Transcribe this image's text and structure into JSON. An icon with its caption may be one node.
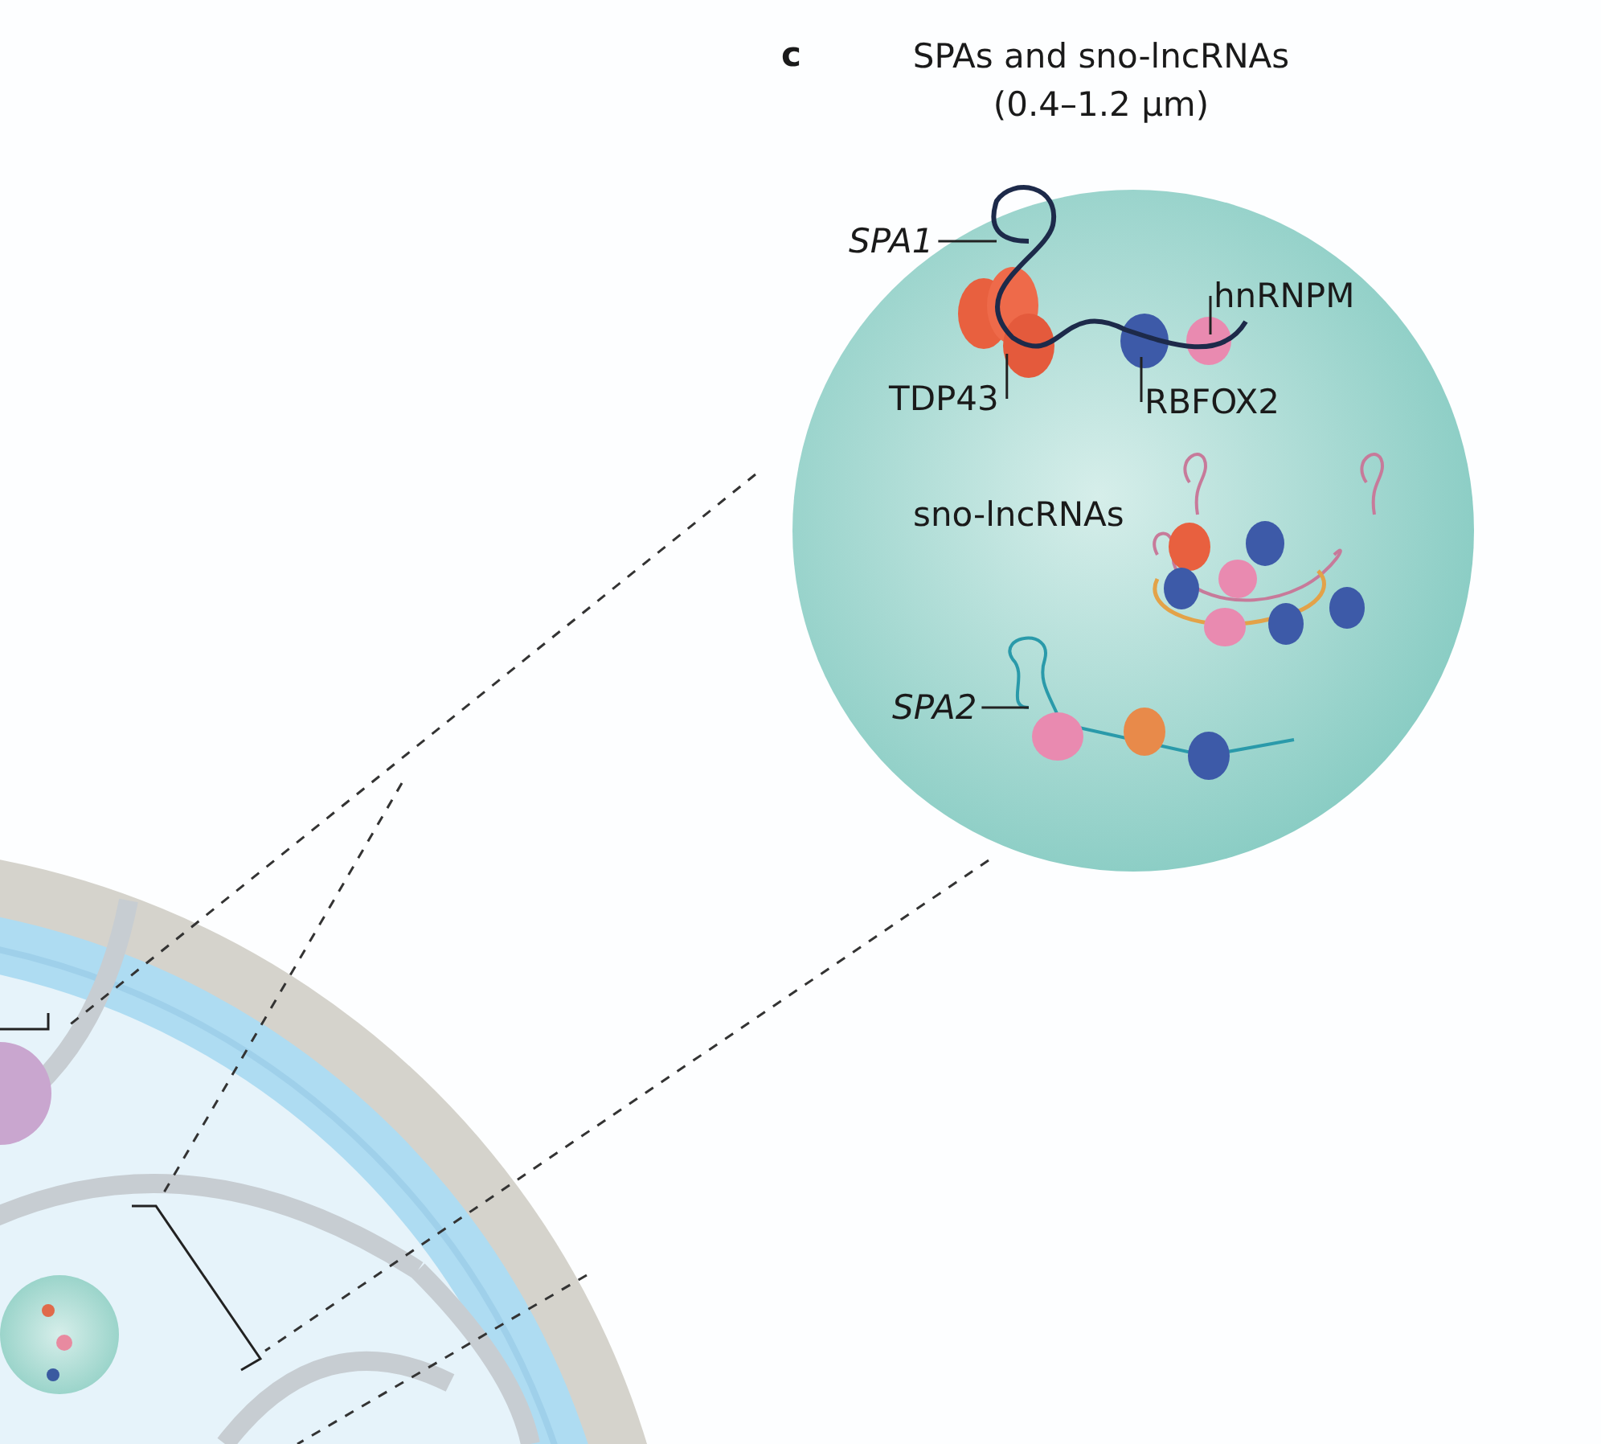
{
  "diagram": {
    "title": "SPAs and sno-lncRNAs (0.4–1.2 μm)",
    "nodes": [
      {
        "text": [
          "SPA1"
        ]
      },
      {
        "text": [
          "hnRNPM"
        ]
      },
      {
        "text": [
          "TDP43"
        ]
      },
      {
        "text": [
          "RBFOX2"
        ]
      },
      {
        "text": [
          "SPA2"
        ]
      }
    ],
    "edges": [
      {
        "from": 0,
        "to": null,
        "arrow": "none"
      },
      {
        "from": 1,
        "to": null,
        "arrow": "none"
      },
      {
        "from": 2,
        "to": null,
        "arrow": "none"
      },
      {
        "from": 3,
        "to": null,
        "arrow": "none"
      },
      {
        "from": 4,
        "to": null,
        "arrow": "none"
      }
    ],
    "labels": [
      "c",
      "sno-lncRNAs"
    ]
  }
}
